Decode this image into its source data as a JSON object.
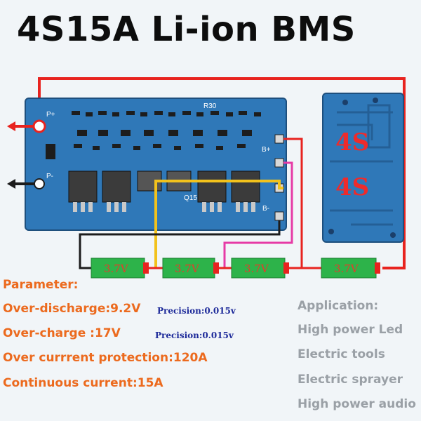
{
  "title": "4S15A Li-ion BMS",
  "board": {
    "pins": [
      "P+",
      "P-",
      "B+",
      "B-",
      "Q15",
      "R30"
    ],
    "badge_4s_1": "4S",
    "badge_4s_2": "4S"
  },
  "cells": [
    "3.7V",
    "3.7V",
    "3.7V",
    "3.7V"
  ],
  "wire_colors": {
    "positive": "#e8231f",
    "negative": "#1c1c1c",
    "yellow": "#f2c21c",
    "magenta": "#e63aa6"
  },
  "parameters": {
    "heading": "Parameter:",
    "over_discharge": "Over-discharge:9.2V",
    "over_discharge_precision": "Precision:0.015v",
    "over_charge": "Over-charge :17V",
    "over_charge_precision": "Precision:0.015v",
    "over_current": "Over currrent protection:120A",
    "continuous": "Continuous current:15A"
  },
  "application": {
    "heading": "Application:",
    "items": [
      "High power Led",
      "Electric tools",
      "Electric sprayer",
      "High power audio"
    ]
  }
}
